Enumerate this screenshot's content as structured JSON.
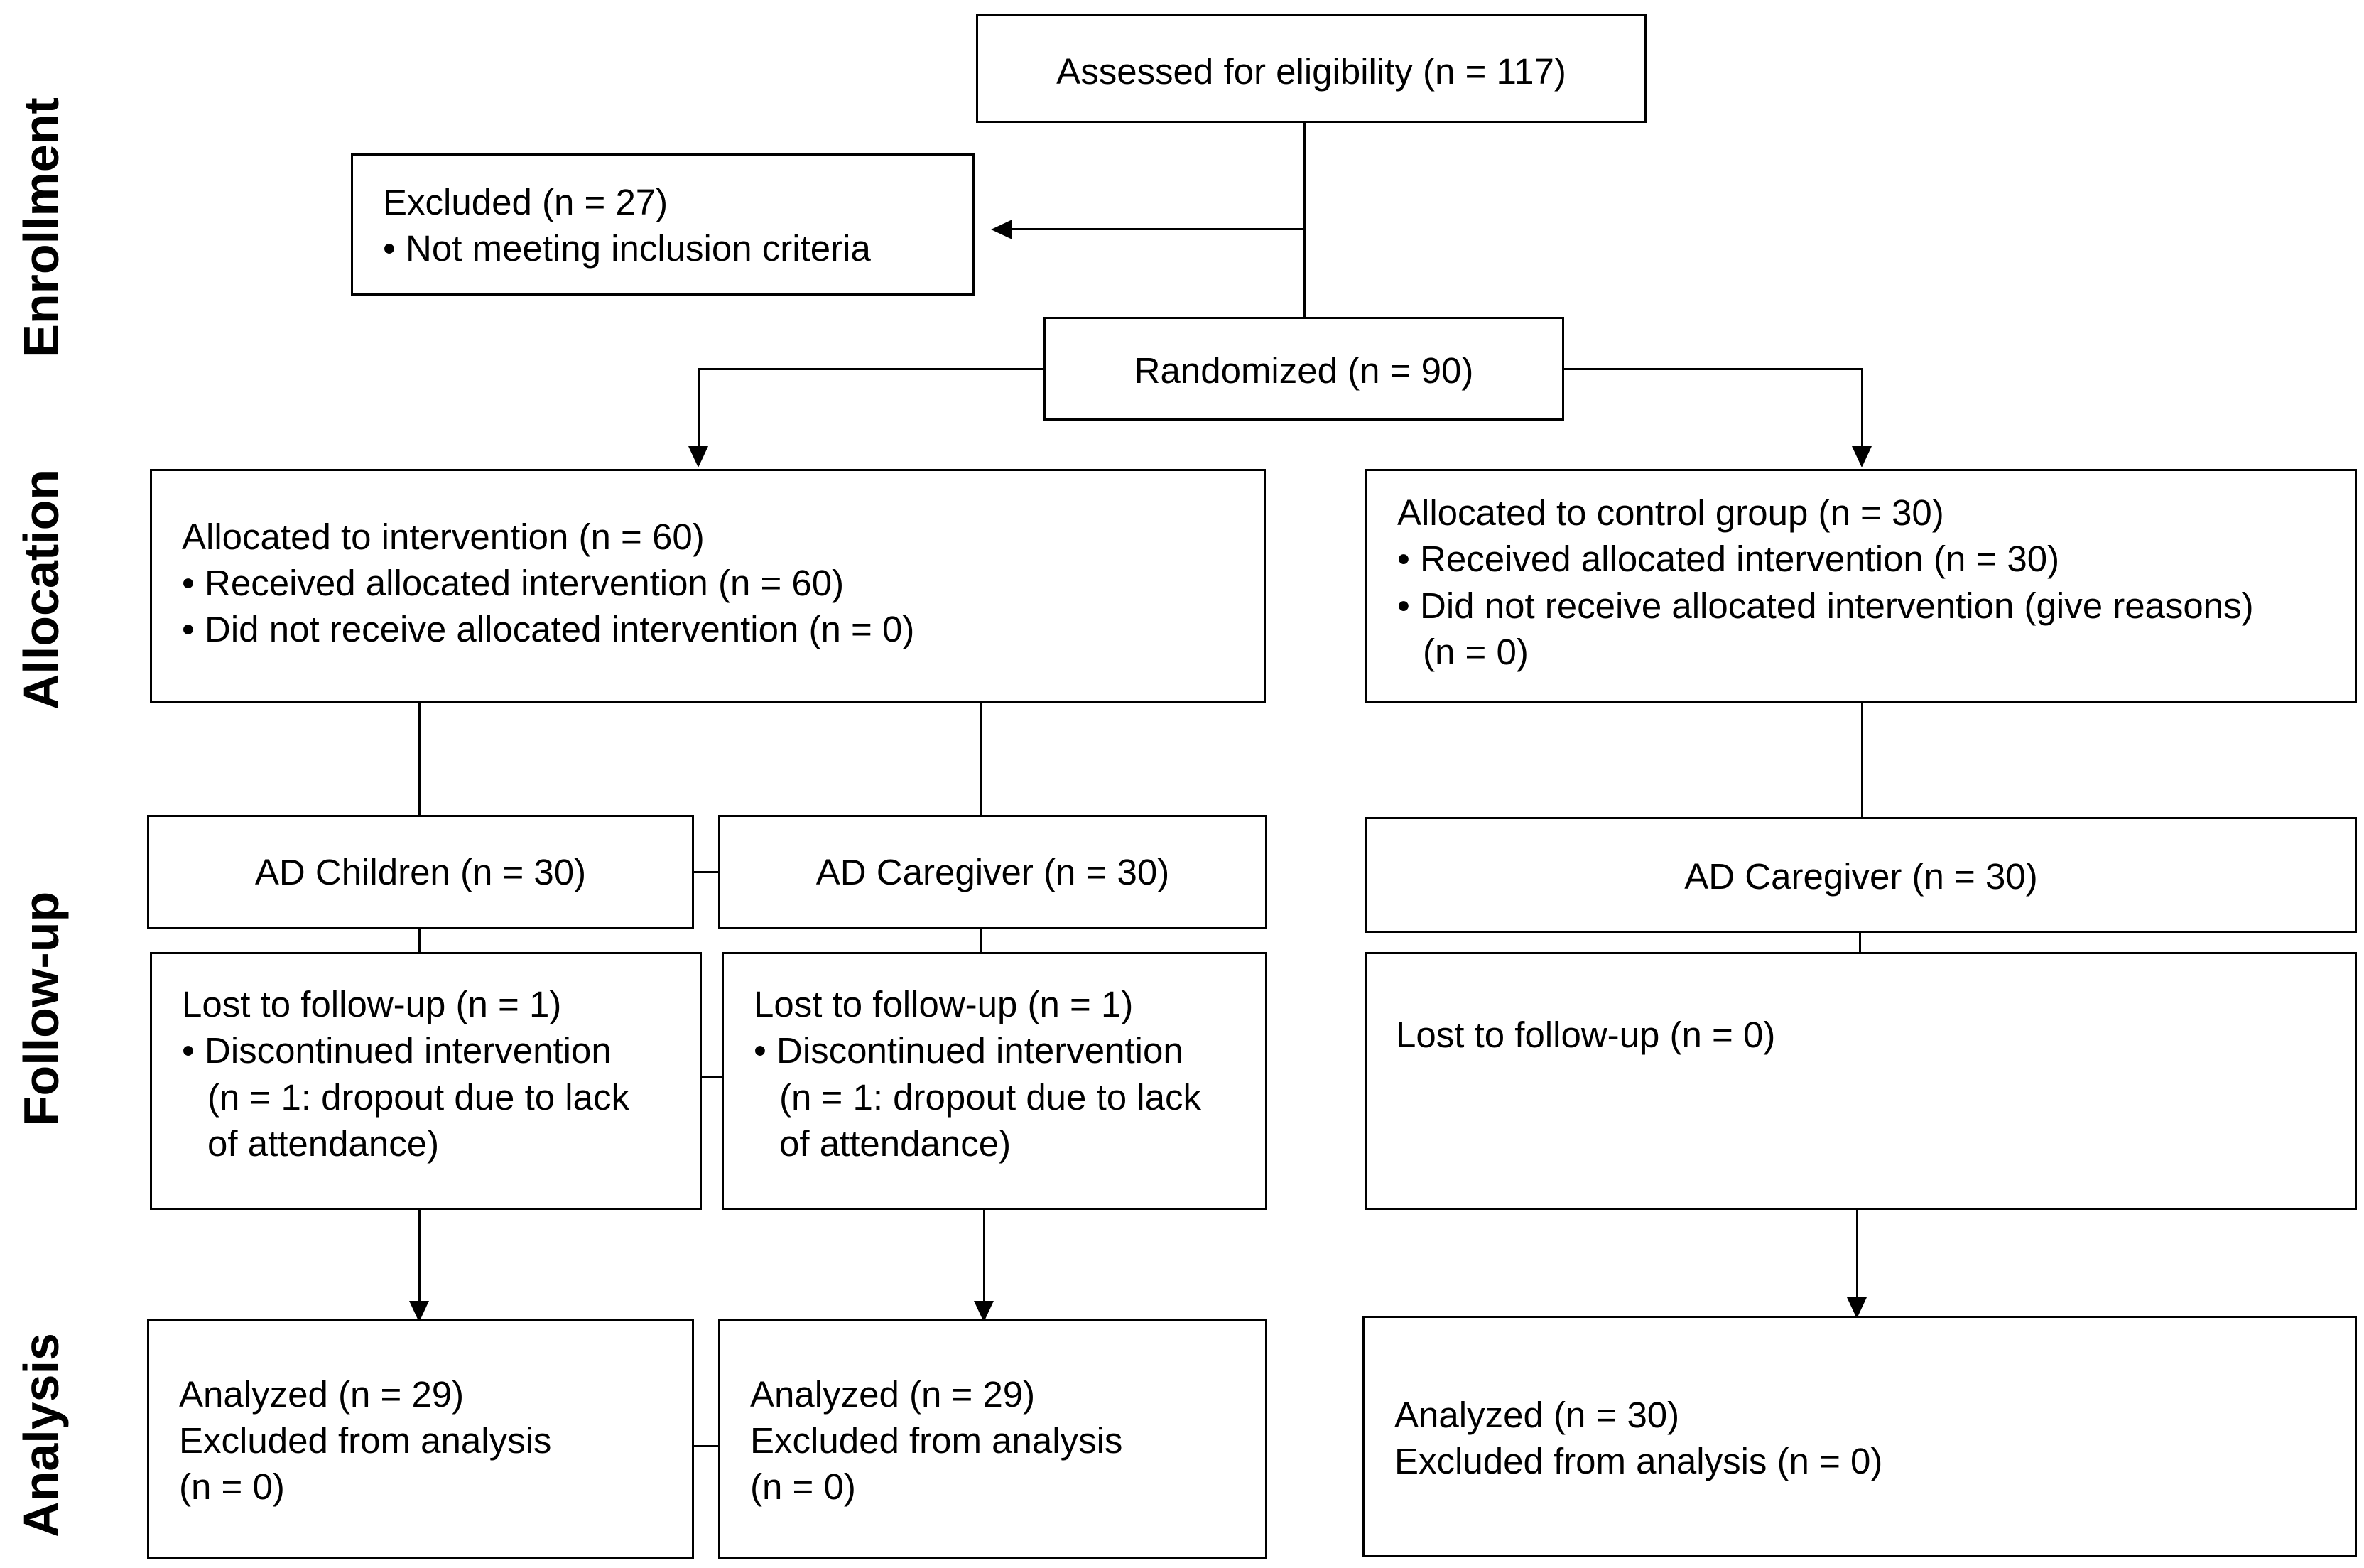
{
  "stages": {
    "enrollment": "Enrollment",
    "allocation": "Allocation",
    "follow_up": "Follow-up",
    "analysis": "Analysis"
  },
  "assessed": {
    "line1": "Assessed for eligibility (n = 117)"
  },
  "excluded": {
    "line1": "Excluded (n = 27)",
    "line2": "• Not meeting inclusion criteria"
  },
  "randomized": {
    "line1": "Randomized (n = 90)"
  },
  "allocation_intervention": {
    "line1": "Allocated to intervention (n = 60)",
    "line2": "• Received allocated intervention (n = 60)",
    "line3": "• Did not receive allocated intervention (n = 0)"
  },
  "allocation_control": {
    "line1": "Allocated to control group (n = 30)",
    "line2": "• Received allocated intervention (n = 30)",
    "line3": "• Did not receive allocated intervention (give reasons)",
    "line4": "(n = 0)"
  },
  "group_children": {
    "label": "AD Children (n = 30)"
  },
  "group_caregiver": {
    "label": "AD Caregiver (n = 30)"
  },
  "group_control": {
    "label": "AD Caregiver (n = 30)"
  },
  "followup_children": {
    "line1": "Lost to follow-up (n = 1)",
    "line2": "• Discontinued intervention",
    "line3": "(n = 1: dropout due to lack",
    "line4": "of attendance)"
  },
  "followup_caregiver": {
    "line1": "Lost to follow-up (n = 1)",
    "line2": "• Discontinued intervention",
    "line3": "(n = 1: dropout due to lack",
    "line4": "of attendance)"
  },
  "followup_control": {
    "line1": "Lost to follow-up (n = 0)"
  },
  "analysis_children": {
    "line1": "Analyzed (n = 29)",
    "line2": "Excluded from analysis",
    "line3": "(n = 0)"
  },
  "analysis_caregiver": {
    "line1": "Analyzed (n = 29)",
    "line2": "Excluded from analysis",
    "line3": "(n = 0)"
  },
  "analysis_control": {
    "line1": "Analyzed (n = 30)",
    "line2": "Excluded from analysis (n = 0)"
  }
}
